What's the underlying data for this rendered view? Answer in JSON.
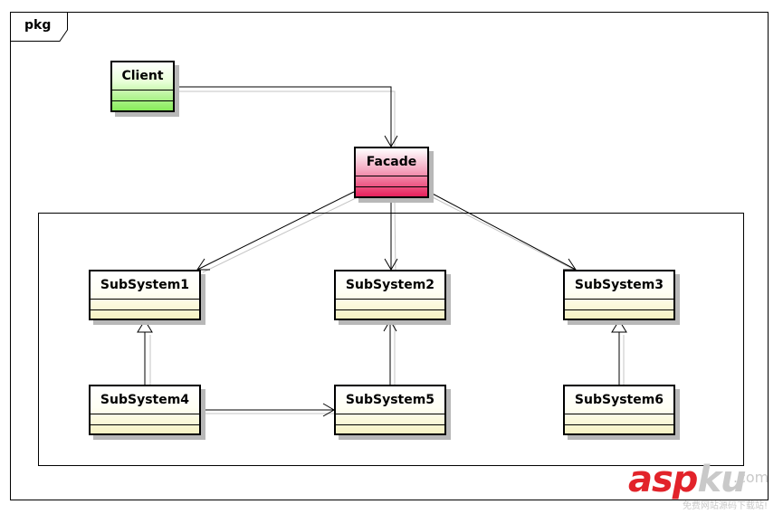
{
  "diagram": {
    "package_label": "pkg",
    "classes": {
      "client": "Client",
      "facade": "Facade",
      "subsystem1": "SubSystem1",
      "subsystem2": "SubSystem2",
      "subsystem3": "SubSystem3",
      "subsystem4": "SubSystem4",
      "subsystem5": "SubSystem5",
      "subsystem6": "SubSystem6"
    },
    "relations": [
      {
        "from": "Client",
        "to": "Facade",
        "type": "association"
      },
      {
        "from": "Facade",
        "to": "SubSystem1",
        "type": "association"
      },
      {
        "from": "Facade",
        "to": "SubSystem2",
        "type": "association"
      },
      {
        "from": "Facade",
        "to": "SubSystem3",
        "type": "association"
      },
      {
        "from": "SubSystem4",
        "to": "SubSystem1",
        "type": "generalization"
      },
      {
        "from": "SubSystem4",
        "to": "SubSystem5",
        "type": "association"
      },
      {
        "from": "SubSystem5",
        "to": "SubSystem2",
        "type": "association"
      },
      {
        "from": "SubSystem6",
        "to": "SubSystem3",
        "type": "generalization"
      }
    ],
    "colors": {
      "client": "#87eb59",
      "facade": "#e8215c",
      "subsystem": "#f6f2c2"
    }
  },
  "watermark": {
    "part1": "asp",
    "part2": "ku",
    "suffix": ".com",
    "sub": "免费网站源码下载站!"
  }
}
